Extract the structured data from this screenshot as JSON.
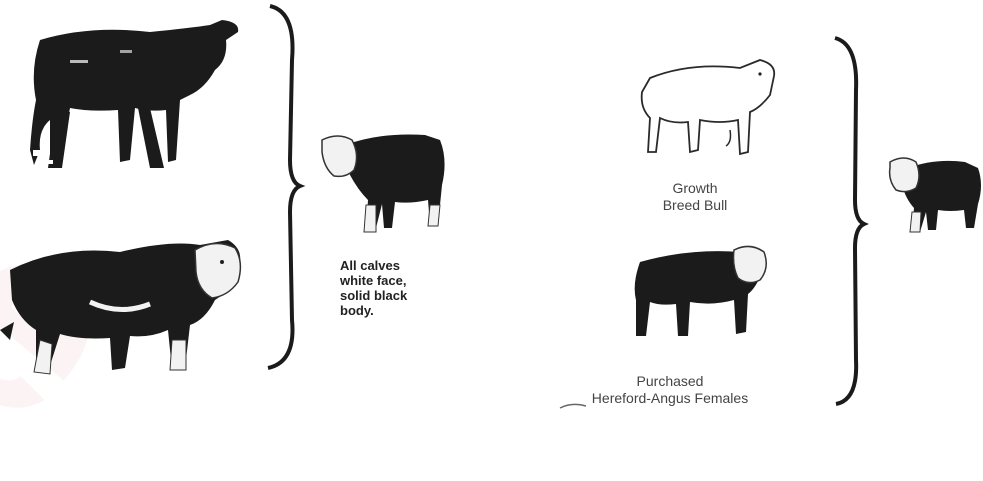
{
  "diagram": {
    "left_cross": {
      "calves_note_line1": "All calves",
      "calves_note_line2": "white face,",
      "calves_note_line3": "solid black",
      "calves_note_line4": "body."
    },
    "right_cross": {
      "bull_label_line1": "Growth",
      "bull_label_line2": "Breed Bull",
      "females_label_line1": "Purchased",
      "females_label_line2": "Hereford-Angus Females"
    },
    "colors": {
      "ink": "#1b1b1b",
      "paper": "#ffffff",
      "white_patch": "#f2f2f2"
    }
  }
}
